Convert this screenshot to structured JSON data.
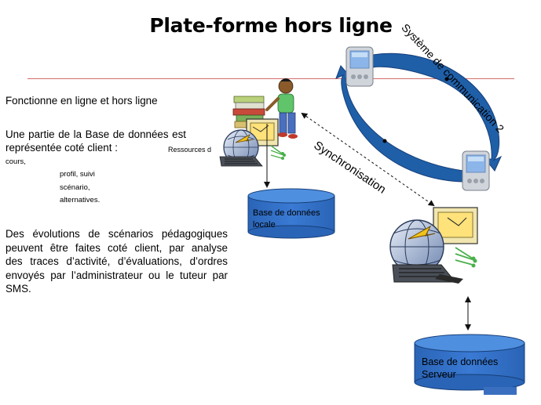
{
  "slide": {
    "title": "Plate-forme hors ligne",
    "left_text": {
      "line1": "Fonctionne en ligne et hors ligne",
      "db_para_line1": "Une partie de la Base de données est",
      "db_para_line2": "représentée  coté client :",
      "resources_note": "Ressources d",
      "sub_items": [
        "cours,",
        "profil, suivi",
        "scénario,",
        "alternatives."
      ],
      "evolution_lines": [
        "Des évolutions de scénarios pédagogiques",
        "peuvent être faites coté client, par analyse",
        "des traces d’activité, d’évaluations, d’ordres",
        "envoyés par l’administrateur ou le tuteur par",
        "SMS."
      ]
    },
    "diagram": {
      "local_db_label_line1": "Base de données",
      "local_db_label_line2": "locale",
      "server_db_label_line1": "Base de données",
      "server_db_label_line2": "Serveur",
      "sync_label": "Synchronisation",
      "comm_label": "Système de communication  2",
      "colors": {
        "cylinder_fill": "#2f6fc4",
        "cylinder_top": "#4f8fe0",
        "arc_fill": "#1f5fa8",
        "rule": "#d46b6b"
      }
    }
  }
}
